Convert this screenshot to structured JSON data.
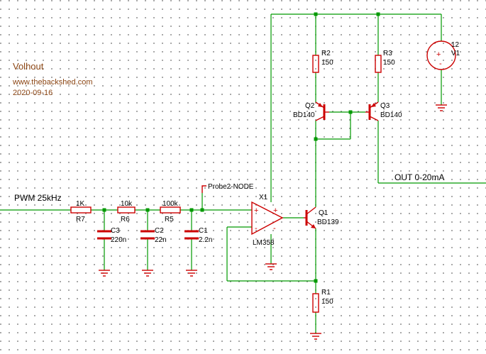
{
  "header": {
    "title": "Volhout",
    "website": "www.thebackshed.com",
    "date": "2020-09-16"
  },
  "nets": {
    "input": "PWM 25kHz",
    "output": "OUT 0-20mA",
    "probe": "Probe2-NODE"
  },
  "components": {
    "R7": {
      "ref": "R7",
      "value": "1K"
    },
    "R6": {
      "ref": "R6",
      "value": "10k"
    },
    "R5": {
      "ref": "R5",
      "value": "100k"
    },
    "C3": {
      "ref": "C3",
      "value": "220n"
    },
    "C2": {
      "ref": "C2",
      "value": "22n"
    },
    "C1": {
      "ref": "C1",
      "value": "2.2n"
    },
    "X1": {
      "ref": "X1",
      "value": "LM358"
    },
    "Q1": {
      "ref": "Q1",
      "value": "BD139"
    },
    "Q2": {
      "ref": "Q2",
      "value": "BD140"
    },
    "Q3": {
      "ref": "Q3",
      "value": "BD140"
    },
    "R1": {
      "ref": "R1",
      "value": "150"
    },
    "R2": {
      "ref": "R2",
      "value": "150"
    },
    "R3": {
      "ref": "R3",
      "value": "150"
    },
    "V1": {
      "ref": "V1",
      "value": "12"
    }
  },
  "opamp_pins": {
    "plus": "+",
    "minus": "-"
  },
  "source_pins": {
    "plus": "+",
    "minus": "-"
  }
}
